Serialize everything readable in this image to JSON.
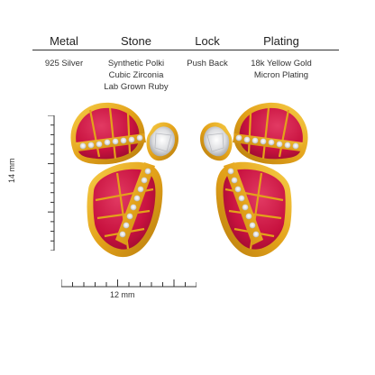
{
  "spec_table": {
    "columns": [
      {
        "header": "Metal",
        "values": [
          "925 Silver"
        ]
      },
      {
        "header": "Stone",
        "values": [
          "Synthetic Polki",
          "Cubic Zirconia",
          "Lab Grown Ruby"
        ]
      },
      {
        "header": "Lock",
        "values": [
          "Push Back"
        ]
      },
      {
        "header": "Plating",
        "values": [
          "18k Yellow Gold",
          "Micron Plating"
        ]
      }
    ]
  },
  "scales": {
    "height_label": "14 mm",
    "width_label": "12 mm"
  },
  "colors": {
    "gold": "#e3a21a",
    "ruby": "#c8123f",
    "ruby_dark": "#a60d34",
    "diamond": "#e8e8ea",
    "line": "#333333"
  }
}
